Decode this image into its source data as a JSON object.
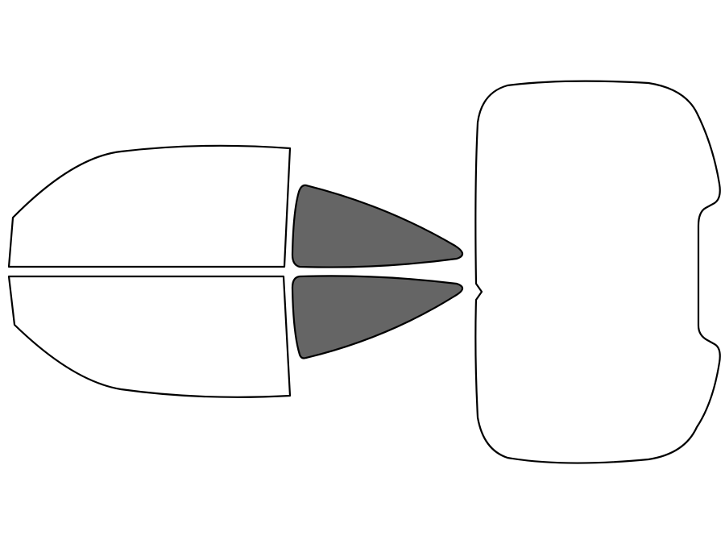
{
  "diagram": {
    "background_color": "#ffffff",
    "outline_color": "#000000",
    "pieces": [
      {
        "id": "front-window-left",
        "shaded": false,
        "fill": "#ffffff"
      },
      {
        "id": "front-window-right",
        "shaded": false,
        "fill": "#ffffff"
      },
      {
        "id": "rear-quarter-window-left",
        "shaded": true,
        "fill": "#656565"
      },
      {
        "id": "rear-quarter-window-right",
        "shaded": true,
        "fill": "#656565"
      },
      {
        "id": "rear-windshield",
        "shaded": false,
        "fill": "#ffffff"
      }
    ]
  }
}
